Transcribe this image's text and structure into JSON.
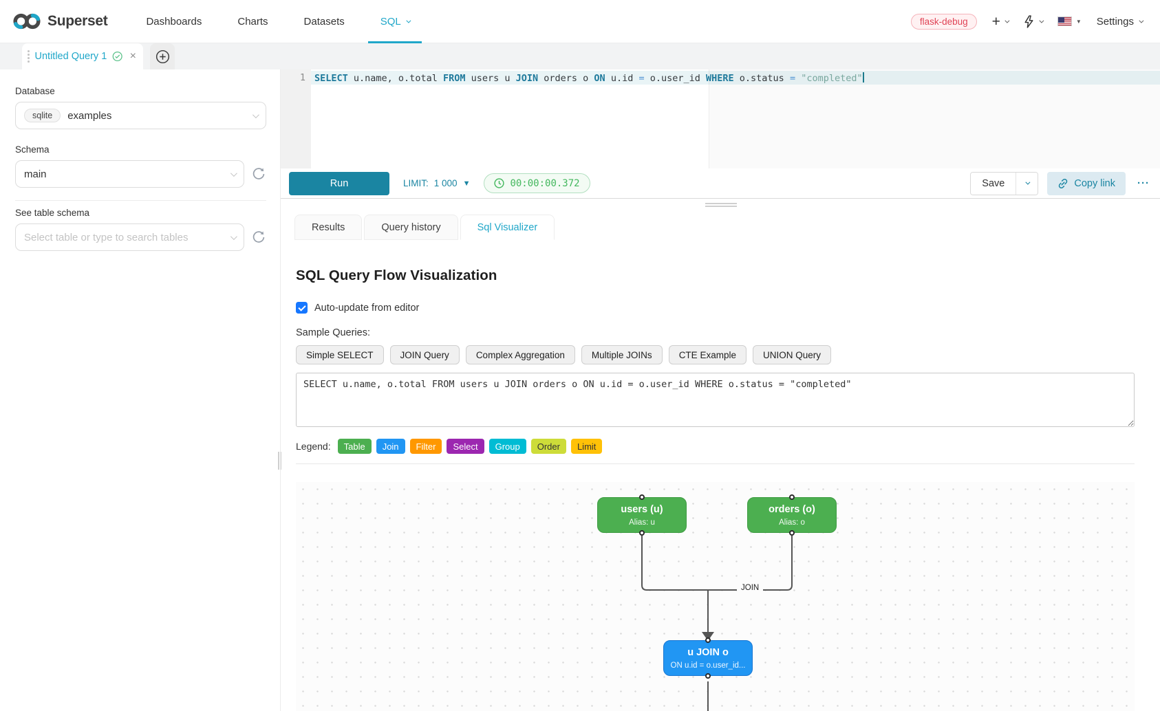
{
  "navbar": {
    "brand": "Superset",
    "items": [
      {
        "label": "Dashboards"
      },
      {
        "label": "Charts"
      },
      {
        "label": "Datasets"
      },
      {
        "label": "SQL"
      }
    ],
    "environment_badge": "flask-debug",
    "plus_glyph": "+",
    "settings_label": "Settings"
  },
  "tab_strip": {
    "active_tab_label": "Untitled Query 1",
    "close_glyph": "×"
  },
  "sidebar": {
    "database_label": "Database",
    "database_tag": "sqlite",
    "database_value": "examples",
    "schema_label": "Schema",
    "schema_value": "main",
    "table_label": "See table schema",
    "table_placeholder": "Select table or type to search tables"
  },
  "editor": {
    "line_number": "1",
    "code_tokens": [
      {
        "t": "SELECT",
        "c": "kw"
      },
      {
        "t": " u.name, o.total ",
        "c": "plain"
      },
      {
        "t": "FROM",
        "c": "kw"
      },
      {
        "t": " users u ",
        "c": "plain"
      },
      {
        "t": "JOIN",
        "c": "kw"
      },
      {
        "t": " orders o ",
        "c": "plain"
      },
      {
        "t": "ON",
        "c": "kw"
      },
      {
        "t": " u.id ",
        "c": "plain"
      },
      {
        "t": "=",
        "c": "op"
      },
      {
        "t": " o.user_id ",
        "c": "plain"
      },
      {
        "t": "WHERE",
        "c": "kw"
      },
      {
        "t": " o.status ",
        "c": "plain"
      },
      {
        "t": "=",
        "c": "op"
      },
      {
        "t": " ",
        "c": "plain"
      },
      {
        "t": "\"completed\"",
        "c": "str"
      }
    ],
    "run_label": "Run",
    "limit_label": "LIMIT:",
    "limit_value": "1 000",
    "limit_caret": "▼",
    "timer_value": "00:00:00.372",
    "save_label": "Save",
    "copy_link_label": "Copy link",
    "more_glyph": "···"
  },
  "result_tabs": [
    {
      "label": "Results"
    },
    {
      "label": "Query history"
    },
    {
      "label": "Sql Visualizer"
    }
  ],
  "visualizer": {
    "title": "SQL Query Flow Visualization",
    "auto_update_label": "Auto-update from editor",
    "sample_queries_label": "Sample Queries:",
    "sample_buttons": [
      {
        "label": "Simple SELECT"
      },
      {
        "label": "JOIN Query"
      },
      {
        "label": "Complex Aggregation"
      },
      {
        "label": "Multiple JOINs"
      },
      {
        "label": "CTE Example"
      },
      {
        "label": "UNION Query"
      }
    ],
    "query_text": "SELECT u.name, o.total FROM users u JOIN orders o ON u.id = o.user_id WHERE o.status = \"completed\"",
    "legend_label": "Legend:",
    "legend": [
      {
        "label": "Table",
        "color": "#4CAF50",
        "text": "#ffffff"
      },
      {
        "label": "Join",
        "color": "#2196F3",
        "text": "#ffffff"
      },
      {
        "label": "Filter",
        "color": "#FF9800",
        "text": "#ffffff"
      },
      {
        "label": "Select",
        "color": "#9C27B0",
        "text": "#ffffff"
      },
      {
        "label": "Group",
        "color": "#00BCD4",
        "text": "#ffffff"
      },
      {
        "label": "Order",
        "color": "#CDDC39",
        "text": "#333333"
      },
      {
        "label": "Limit",
        "color": "#FFC107",
        "text": "#333333"
      }
    ],
    "flow": {
      "nodes": [
        {
          "id": "users",
          "title": "users (u)",
          "subtitle": "Alias: u"
        },
        {
          "id": "orders",
          "title": "orders (o)",
          "subtitle": "Alias: o"
        },
        {
          "id": "join",
          "title": "u JOIN o",
          "subtitle": "ON u.id = o.user_id..."
        }
      ],
      "edge_label": "JOIN",
      "node_colors": {
        "table": "#4CAF50",
        "join": "#2196F3"
      }
    }
  }
}
